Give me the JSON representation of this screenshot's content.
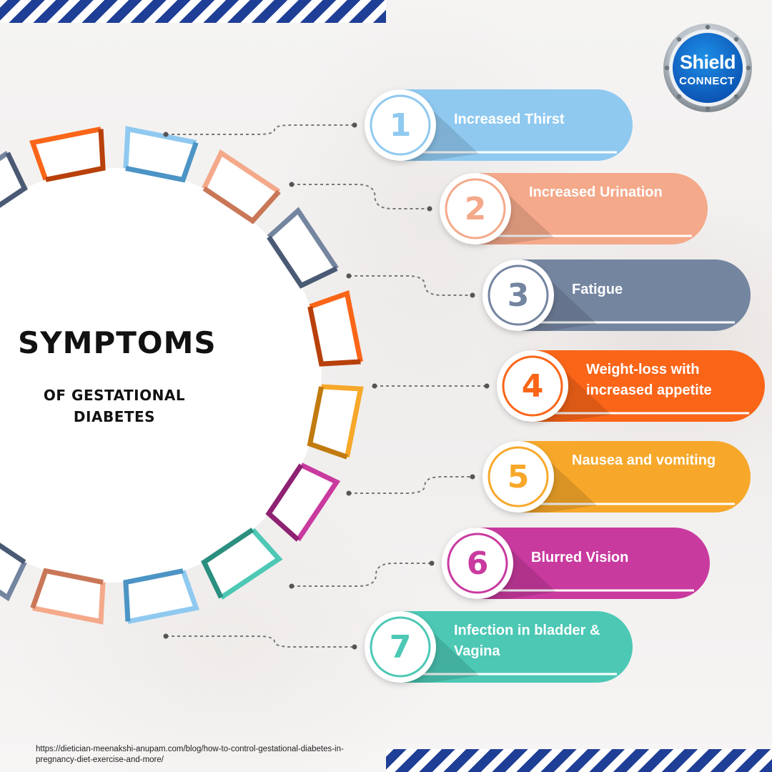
{
  "title": "SYMPTOMS",
  "subtitle": "OF GESTATIONAL DIABETES",
  "brand": {
    "line1": "Shield",
    "line2": "CONNECT"
  },
  "symptoms": [
    {
      "number": "1",
      "label": "Increased Thirst",
      "color": "#8fc9f0",
      "dark": "#4c94c5"
    },
    {
      "number": "2",
      "label": "Increased Urination",
      "color": "#f4a98a",
      "dark": "#c97757"
    },
    {
      "number": "3",
      "label": "Fatigue",
      "color": "#7485a0",
      "dark": "#4a5a74"
    },
    {
      "number": "4",
      "label": "Weight-loss with increased appetite",
      "color": "#fa6518",
      "dark": "#b8400a"
    },
    {
      "number": "5",
      "label": "Nausea and vomiting",
      "color": "#f7a82a",
      "dark": "#c17a0e"
    },
    {
      "number": "6",
      "label": "Blurred Vision",
      "color": "#c93a9f",
      "dark": "#8e2272"
    },
    {
      "number": "7",
      "label": "Infection in bladder & Vagina",
      "color": "#4cc8b5",
      "dark": "#2b8f80"
    }
  ],
  "source_url": "https://dietician-meenakshi-anupam.com/blog/how-to-control-gestational-diabetes-in-pregnancy-diet-exercise-and-more/"
}
